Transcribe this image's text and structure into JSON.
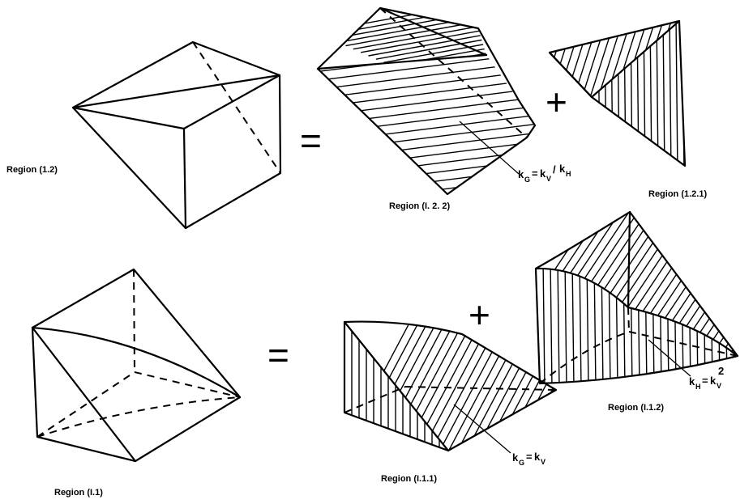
{
  "labels": {
    "region_1_2": "Region (1.2)",
    "region_1_2_2": "Region (I. 2. 2)",
    "region_1_2_1": "Region (1.2.1)",
    "region_1_1": "Region (I.1)",
    "region_1_1_1": "Region (I.1.1)",
    "region_1_1_2": "Region (I.1.2)"
  },
  "operators": {
    "equals": "=",
    "plus": "+"
  },
  "annotations": {
    "kg_kv_kh": {
      "k1": "k",
      "s1": "G",
      "eq": "=",
      "k2": "k",
      "s2": "V",
      "slash": "/",
      "k3": "k",
      "s3": "H"
    },
    "kh_kv2": {
      "k1": "k",
      "s1": "H",
      "eq": "=",
      "k2": "k",
      "s2": "V",
      "sup": "2"
    },
    "kg_kv": {
      "k1": "k",
      "s1": "G",
      "eq": "=",
      "k2": "k",
      "s2": "V"
    }
  }
}
